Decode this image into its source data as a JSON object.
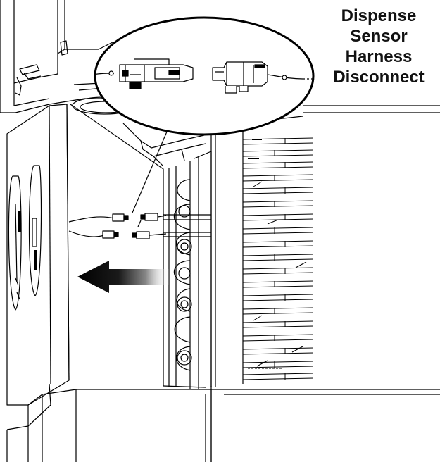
{
  "callout": {
    "lines": [
      "Dispense",
      "Sensor",
      "Harness",
      "Disconnect"
    ]
  },
  "diagram": {
    "stroke_color": "#000000",
    "fill_color": "#ffffff",
    "arrow_dark_color": "#000000",
    "arrow_light_color": "#ffffff",
    "arrow_direction": "left",
    "icons": [
      "connector-pair-detail",
      "disconnect-arrow"
    ]
  }
}
